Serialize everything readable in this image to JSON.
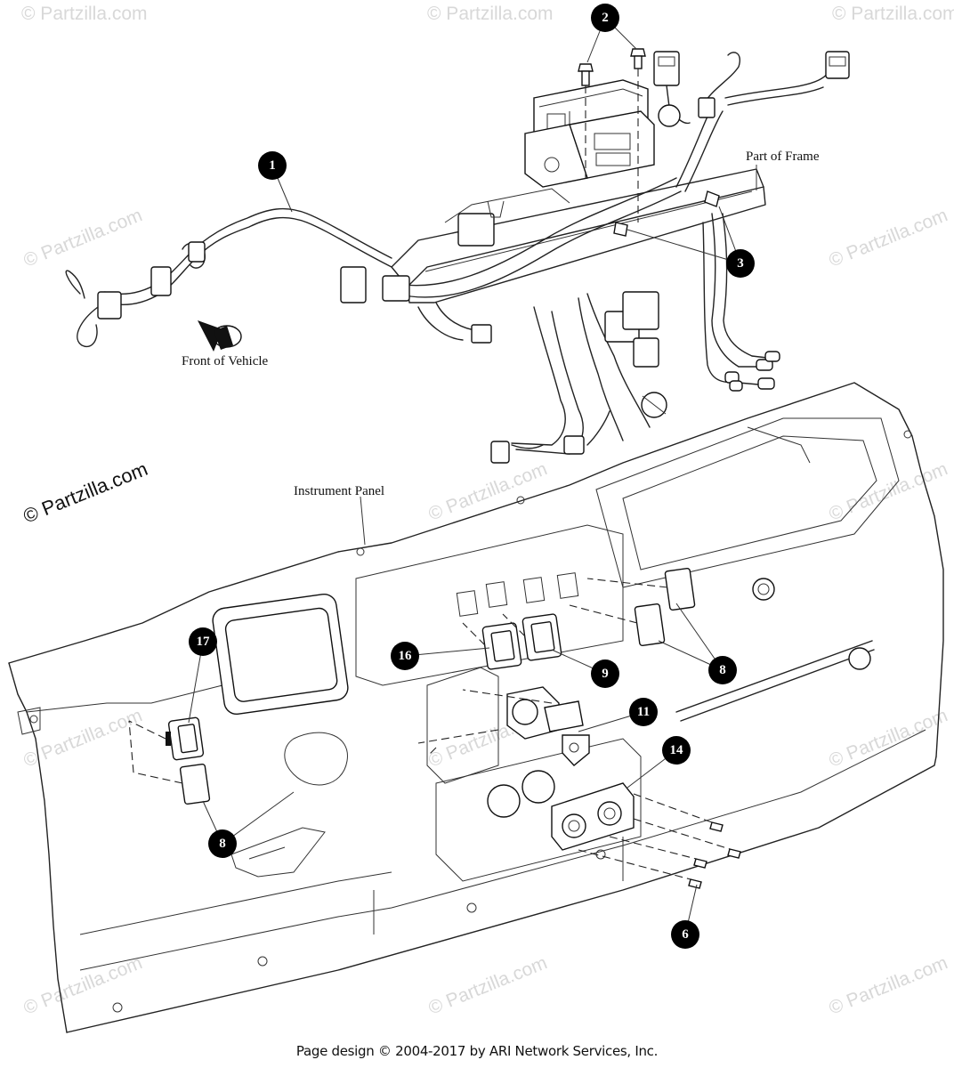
{
  "labels": {
    "part_of_frame": "Part of Frame",
    "front_of_vehicle": "Front of Vehicle",
    "instrument_panel": "Instrument Panel"
  },
  "callouts": {
    "c1": "1",
    "c2": "2",
    "c3": "3",
    "c6": "6",
    "c8a": "8",
    "c8b": "8",
    "c9": "9",
    "c11": "11",
    "c14": "14",
    "c16": "16",
    "c17": "17"
  },
  "watermark": {
    "text": "© Partzilla.com"
  },
  "footer": {
    "text": "Page design © 2004-2017 by ARI Network Services, Inc."
  }
}
